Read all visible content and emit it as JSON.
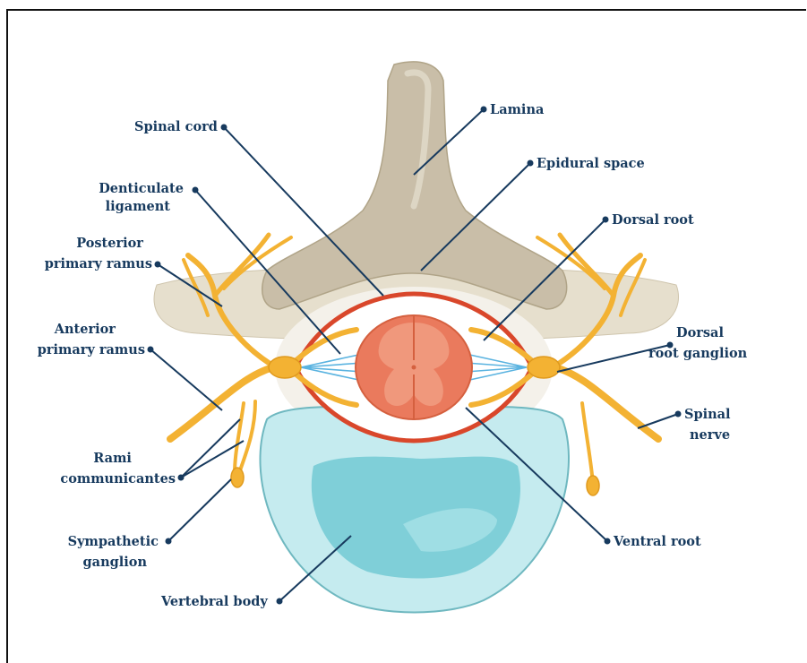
{
  "labels": {
    "lamina": "Lamina",
    "spinal_cord": "Spinal cord",
    "epidural_space": "Epidural space",
    "denticulate_ligament": [
      "Denticulate",
      "ligament"
    ],
    "dorsal_root": "Dorsal root",
    "posterior_primary_ramus": [
      "Posterior",
      "primary ramus"
    ],
    "anterior_primary_ramus": [
      "Anterior",
      "primary ramus"
    ],
    "dorsal_root_ganglion": [
      "Dorsal",
      "root ganglion"
    ],
    "spinal_nerve": [
      "Spinal",
      "nerve"
    ],
    "rami_communicantes": [
      "Rami",
      "communicantes"
    ],
    "sympathetic_ganglion": [
      "Sympathetic",
      "ganglion"
    ],
    "ventral_root": "Ventral root",
    "vertebral_body": "Vertebral body"
  },
  "colors": {
    "label_text": "#173a5e",
    "bone": "#c9bea8",
    "bone_light": "#e6dfcd",
    "nerve": "#f3b233",
    "dura": "#d9472b",
    "cord": "#ea7a5d",
    "disc": "#a9e0e8"
  }
}
